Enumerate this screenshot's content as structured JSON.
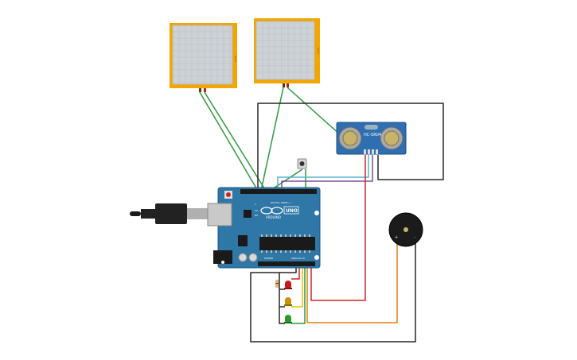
{
  "colors": {
    "background": "#ffffff",
    "sensor_frame": "#f3a500",
    "sensor_panel": "#cdd2d6",
    "arduino_board": "#2e77a6",
    "wire_green": "#2e9a3f",
    "wire_black": "#262626",
    "wire_red": "#d42323",
    "wire_orange": "#e07f10",
    "wire_yellow": "#e6c100",
    "wire_cyan": "#53b5c8",
    "wire_purple": "#7f4d9e",
    "led_red": "#c21a1a",
    "led_yellow": "#c99400",
    "led_green": "#2a9b2a",
    "ultrasonic_board": "#2d6fb0",
    "buzzer_body": "#1b1b1b"
  },
  "arduino": {
    "brand_text": "ARDUINO",
    "model_text": "UNO",
    "digital_label": "DIGITAL (PWM~)",
    "power_label": "POWER",
    "analog_label": "ANALOG IN",
    "l_label": "L",
    "tx_label": "TX",
    "rx_label": "RX"
  },
  "ultrasonic": {
    "label": "HC-SR04"
  },
  "touch_sensors": [
    {
      "pin_label": "force"
    },
    {
      "pin_label": "force"
    }
  ],
  "icons": {
    "usb_cable": "usb-cable-icon",
    "pushbutton": "pushbutton-icon",
    "buzzer": "piezo-buzzer-icon"
  }
}
